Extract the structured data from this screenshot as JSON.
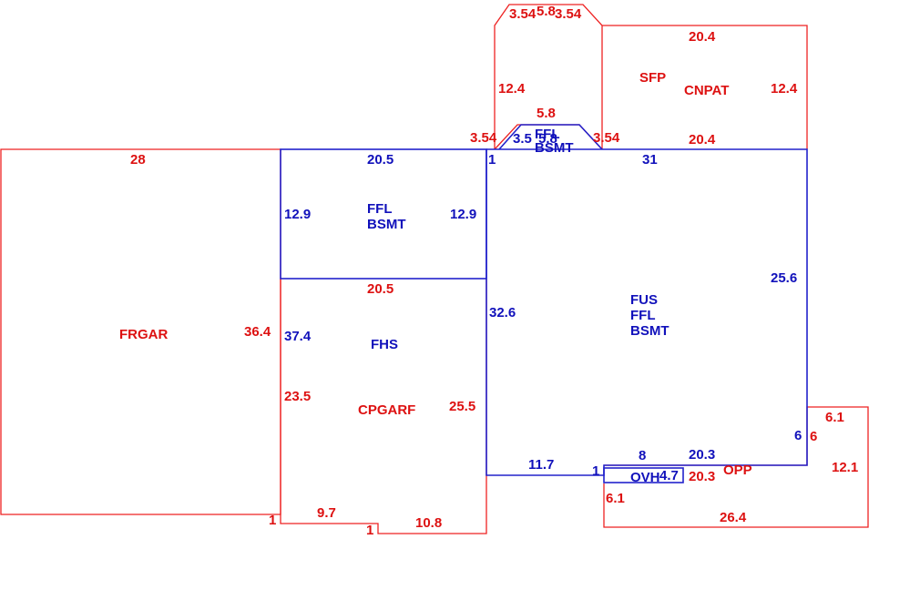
{
  "colors": {
    "red": "#dd1111",
    "blue": "#1111bb",
    "red_line": "#ee2222",
    "blue_line": "#2222cc",
    "background": "#ffffff"
  },
  "areas": {
    "frgar": [
      "FRGAR"
    ],
    "fhs": [
      "FHS"
    ],
    "cpgarf": [
      "CPGARF"
    ],
    "ffl_bsmt_left": [
      "FFL",
      "BSMT"
    ],
    "fus_ffl_bsmt": [
      "FUS",
      "FFL",
      "BSMT"
    ],
    "sfp": [
      "SFP"
    ],
    "cnpat": [
      "CNPAT"
    ],
    "bay": [
      "FFL",
      "BSMT"
    ],
    "ovh": [
      "OVH"
    ],
    "opp": [
      "OPP"
    ]
  },
  "dimensions": {
    "frgar": {
      "top": "28",
      "right": "36.4"
    },
    "ffl_left": {
      "top": "20.5",
      "left": "12.9",
      "right": "12.9"
    },
    "fhs": {
      "top": "20.5",
      "left": "37.4"
    },
    "cpgarf": {
      "left": "23.5",
      "right": "25.5",
      "bottom_a": "9.7",
      "bottom_b": "10.8",
      "jog_a": "1",
      "jog_b": "1"
    },
    "main": {
      "top": "31",
      "right": "25.6",
      "left": "32.6",
      "bottom": "11.7",
      "jog": "1",
      "jog_top": "1",
      "step": "6",
      "bottom_right": "20.3",
      "ovh_top": "8"
    },
    "ovh": {
      "right": "4.7"
    },
    "opp": {
      "left": "6.1",
      "top": "20.3",
      "bottom": "26.4",
      "right": "12.1",
      "top_right": "6.1",
      "step": "6"
    },
    "sfp": {
      "left": "12.4",
      "cap_left": "3.54",
      "cap_top": "5.8",
      "cap_right": "3.54"
    },
    "cnpat": {
      "top": "20.4",
      "right": "12.4",
      "bottom": "20.4"
    },
    "bay": {
      "left": "3.54",
      "top": "5.8",
      "right": "3.54",
      "inner_left": "3.5",
      "inner_top": "5.8"
    }
  }
}
